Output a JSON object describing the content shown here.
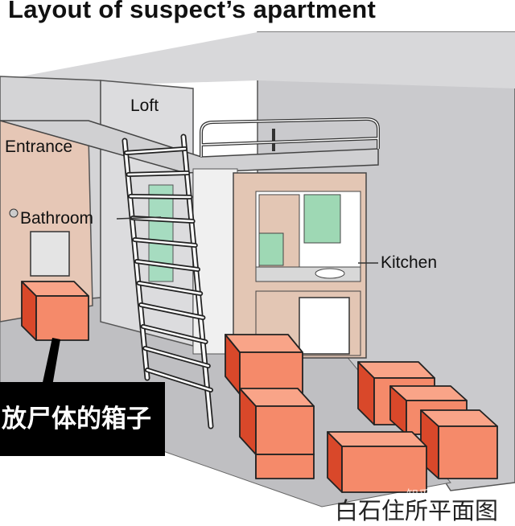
{
  "title": "Layout of suspect’s apartment",
  "labels": {
    "loft": "Loft",
    "entrance": "Entrance",
    "bathroom": "Bathroom",
    "kitchen": "Kitchen"
  },
  "callout": "放尸体的箱子",
  "caption": "白石住所平面图",
  "watermark": "知乎@",
  "colors": {
    "box_front": "#f58a6a",
    "box_side": "#d9482a",
    "box_top": "#f9a488",
    "wall": "#c8c8ca",
    "floor": "#bdbdc0",
    "wood": "#e3c6b4",
    "kitchen_green": "#9ed8b4"
  }
}
